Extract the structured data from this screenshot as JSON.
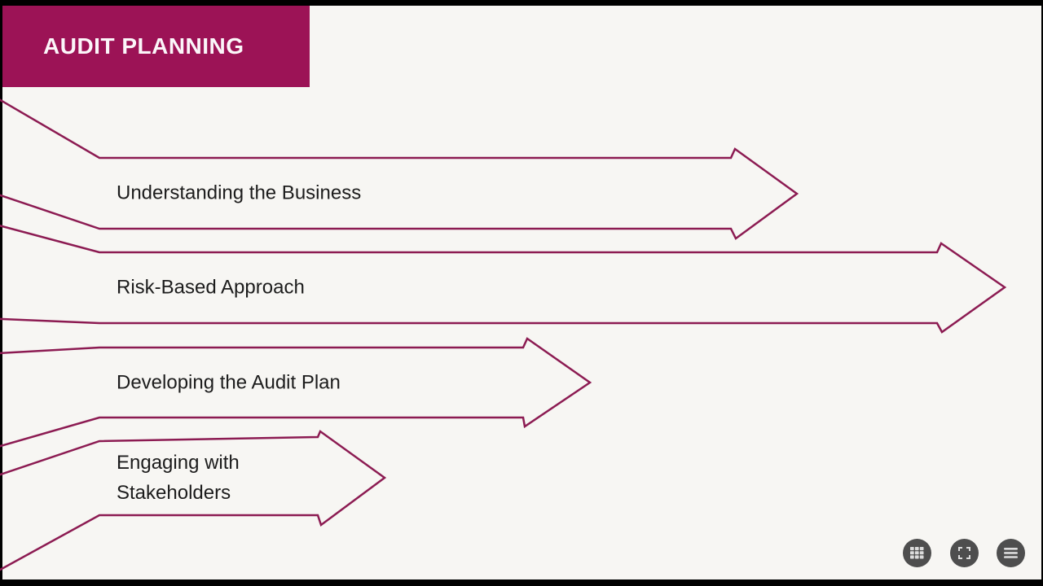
{
  "slide": {
    "title": "AUDIT PLANNING",
    "steps": [
      {
        "label": "Understanding the Business"
      },
      {
        "label": "Risk-Based Approach"
      },
      {
        "label": "Developing the Audit Plan"
      },
      {
        "label": "Engaging with Stakeholders"
      }
    ]
  },
  "colors": {
    "banner_bg": "#9c1356",
    "banner_text": "#fbf6f9",
    "arrow_outline": "#8c1b52",
    "slide_bg": "#f7f6f3",
    "label_text": "#1c1c1c",
    "control_circle_bg": "#4e4e4e",
    "control_icon": "#dcdcdc",
    "frame": "#000000"
  },
  "controls": [
    {
      "name": "grid-view",
      "icon": "grid-icon"
    },
    {
      "name": "fullscreen",
      "icon": "fullscreen-icon"
    },
    {
      "name": "menu",
      "icon": "menu-icon"
    }
  ]
}
